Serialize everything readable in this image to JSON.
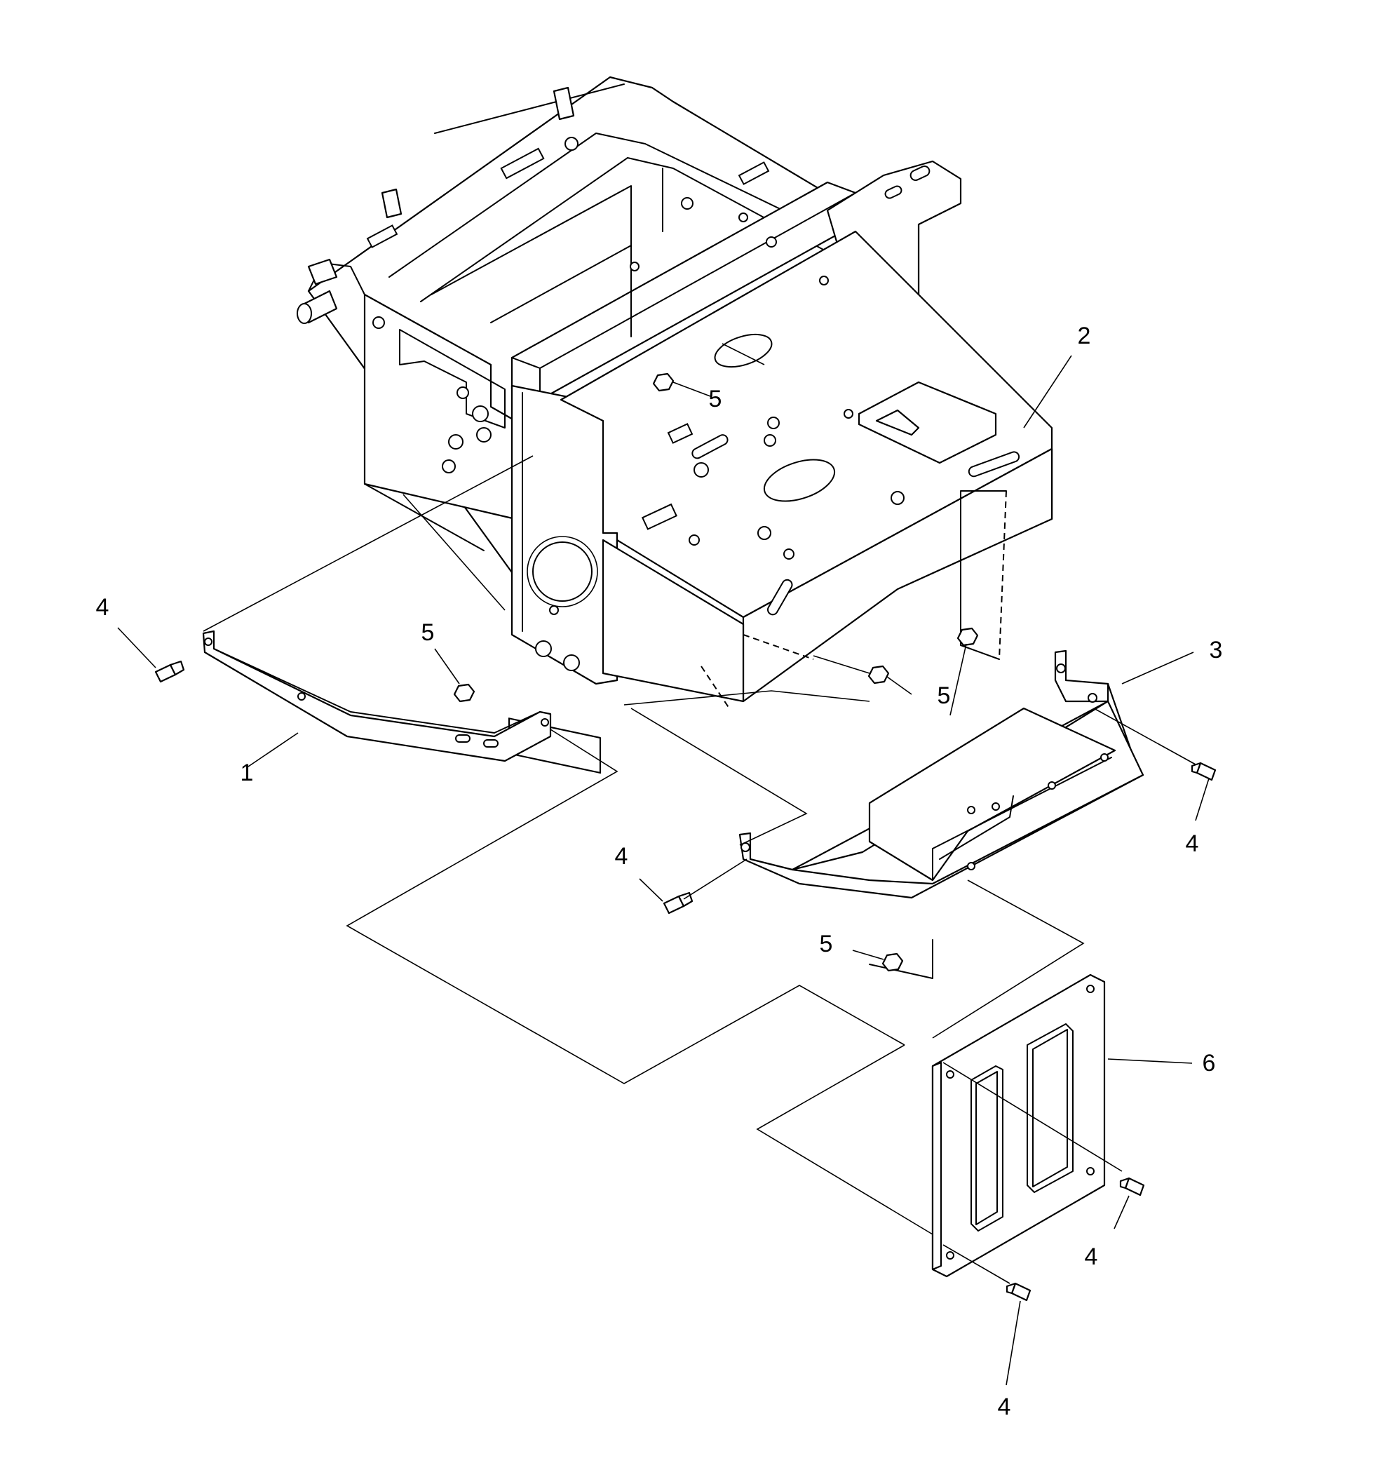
{
  "diagram": {
    "colors": {
      "line": "#000000",
      "background": "#ffffff"
    },
    "callouts": [
      {
        "id": "c1",
        "text": "1"
      },
      {
        "id": "c2",
        "text": "2"
      },
      {
        "id": "c3",
        "text": "3"
      },
      {
        "id": "c4a",
        "text": "4"
      },
      {
        "id": "c4b",
        "text": "4"
      },
      {
        "id": "c4c",
        "text": "4"
      },
      {
        "id": "c4d",
        "text": "4"
      },
      {
        "id": "c4e",
        "text": "4"
      },
      {
        "id": "c5a",
        "text": "5"
      },
      {
        "id": "c5b",
        "text": "5"
      },
      {
        "id": "c5c",
        "text": "5"
      },
      {
        "id": "c5d",
        "text": "5"
      },
      {
        "id": "c6",
        "text": "6"
      }
    ]
  }
}
